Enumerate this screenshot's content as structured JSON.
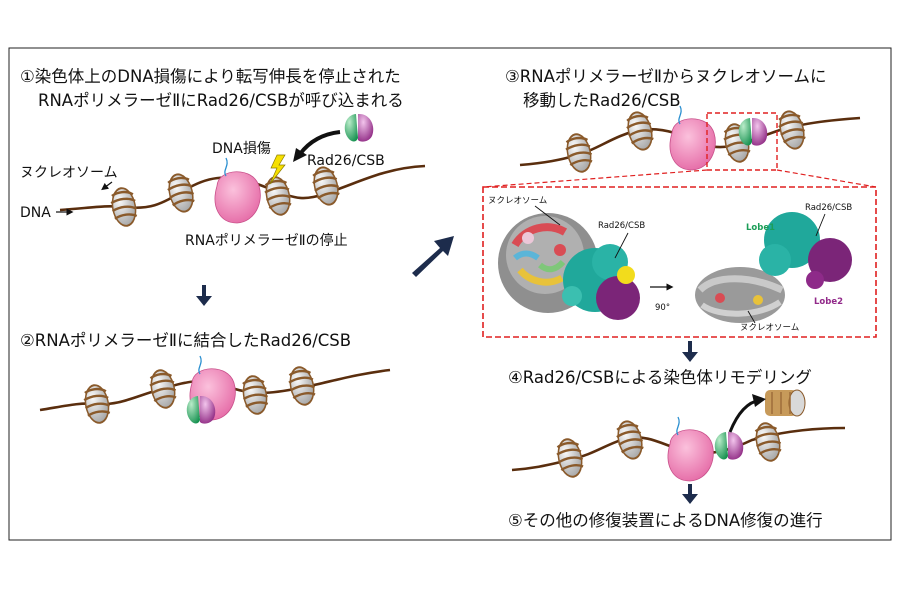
{
  "steps": {
    "s1_line1": "①染色体上のDNA損傷により転写伸長を停止された",
    "s1_line2": "RNAポリメラーゼⅡにRad26/CSBが呼び込まれる",
    "s2": "②RNAポリメラーゼⅡに結合したRad26/CSB",
    "s3_line1": "③RNAポリメラーゼⅡからヌクレオソームに",
    "s3_line2": "移動したRad26/CSB",
    "s4": "④Rad26/CSBによる染色体リモデリング",
    "s5": "⑤その他の修復装置によるDNA修復の進行"
  },
  "labels": {
    "nucleosome": "ヌクレオソーム",
    "dna": "DNA",
    "dna_damage": "DNA損傷",
    "rad26_csb": "Rad26/CSB",
    "pol2_stall": "RNAポリメラーゼⅡの停止"
  },
  "structure": {
    "nucleosome": "ヌクレオソーム",
    "rad26_csb": "Rad26/CSB",
    "lobe1": "Lobe1",
    "lobe2": "Lobe2",
    "rotation": "90°"
  },
  "colors": {
    "dna": "#5a2e0e",
    "histone_wrap": "#a0703c",
    "histone_core": "#cfcfcf",
    "pol2": "#f07fb6",
    "csb_green": "#1c9e58",
    "csb_purple": "#922a8a",
    "arrow": "#1d2c4c",
    "zoom_box": "#e02020",
    "lobe1_text": "#1c9e58",
    "lobe2_text": "#922a8a"
  },
  "icons": {
    "damage": "lightning-bolt-icon"
  }
}
